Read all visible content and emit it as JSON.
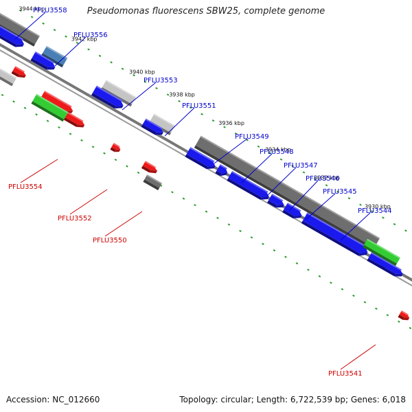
{
  "title": "Pseudomonas fluorescens SBW25, complete genome",
  "footer": {
    "accession": "Accession: NC_012660",
    "summary": "Topology: circular; Length: 6,722,539 bp; Genes: 6,018"
  },
  "colors": {
    "forward_label": "#0000cc",
    "reverse_label": "#cc0000",
    "cds_forward": "#1a1aee",
    "cds_reverse": "#ee1a1a",
    "rna_gray": "#6e6e6e",
    "light_gray": "#c4c4c4",
    "green": "#33cc33",
    "steel_blue": "#4a7fb5",
    "tick_green": "#2a9a2a",
    "backbone": "#777777"
  },
  "ticks": [
    {
      "label": "3944 kbp"
    },
    {
      "label": "3942 kbp"
    },
    {
      "label": "3940 kbp"
    },
    {
      "label": "3938 kbp"
    },
    {
      "label": "3936 kbp"
    },
    {
      "label": "3934 kbp"
    },
    {
      "label": "3932 kbp"
    },
    {
      "label": "3930 kbp"
    }
  ],
  "labels": {
    "forward": [
      {
        "name": "PFLU3558"
      },
      {
        "name": "PFLU3556"
      },
      {
        "name": "PFLU3553"
      },
      {
        "name": "PFLU3551"
      },
      {
        "name": "PFLU3549"
      },
      {
        "name": "PFLU3548"
      },
      {
        "name": "PFLU3547"
      },
      {
        "name": "PFLU3546"
      },
      {
        "name": "PFLU3545"
      },
      {
        "name": "PFLU3544"
      }
    ],
    "reverse": [
      {
        "name": "PFLU3554"
      },
      {
        "name": "PFLU3552"
      },
      {
        "name": "PFLU3550"
      },
      {
        "name": "PFLU3541"
      }
    ]
  },
  "features": [
    {
      "type": "rna_gray",
      "strand": "forward"
    },
    {
      "type": "cds_forward",
      "strand": "forward"
    },
    {
      "type": "steel_blue",
      "strand": "forward"
    },
    {
      "type": "cds_forward",
      "strand": "forward"
    },
    {
      "type": "light_gray",
      "strand": "forward"
    },
    {
      "type": "cds_forward",
      "strand": "forward"
    },
    {
      "type": "light_gray",
      "strand": "forward"
    },
    {
      "type": "cds_forward",
      "strand": "forward"
    },
    {
      "type": "rna_gray",
      "strand": "forward"
    },
    {
      "type": "cds_forward",
      "strand": "forward"
    },
    {
      "type": "cds_forward",
      "strand": "forward"
    },
    {
      "type": "cds_forward",
      "strand": "forward"
    },
    {
      "type": "cds_forward",
      "strand": "forward"
    },
    {
      "type": "cds_forward",
      "strand": "forward"
    },
    {
      "type": "cds_forward",
      "strand": "forward"
    },
    {
      "type": "cds_forward",
      "strand": "forward"
    },
    {
      "type": "cds_forward",
      "strand": "forward"
    },
    {
      "type": "green",
      "strand": "forward"
    },
    {
      "type": "cds_reverse",
      "strand": "reverse"
    },
    {
      "type": "light_gray",
      "strand": "reverse"
    },
    {
      "type": "cds_reverse",
      "strand": "reverse"
    },
    {
      "type": "green",
      "strand": "reverse"
    },
    {
      "type": "cds_reverse",
      "strand": "reverse"
    },
    {
      "type": "cds_reverse",
      "strand": "reverse"
    },
    {
      "type": "cds_reverse",
      "strand": "reverse"
    },
    {
      "type": "rna_gray",
      "strand": "reverse"
    },
    {
      "type": "cds_reverse",
      "strand": "reverse"
    }
  ]
}
